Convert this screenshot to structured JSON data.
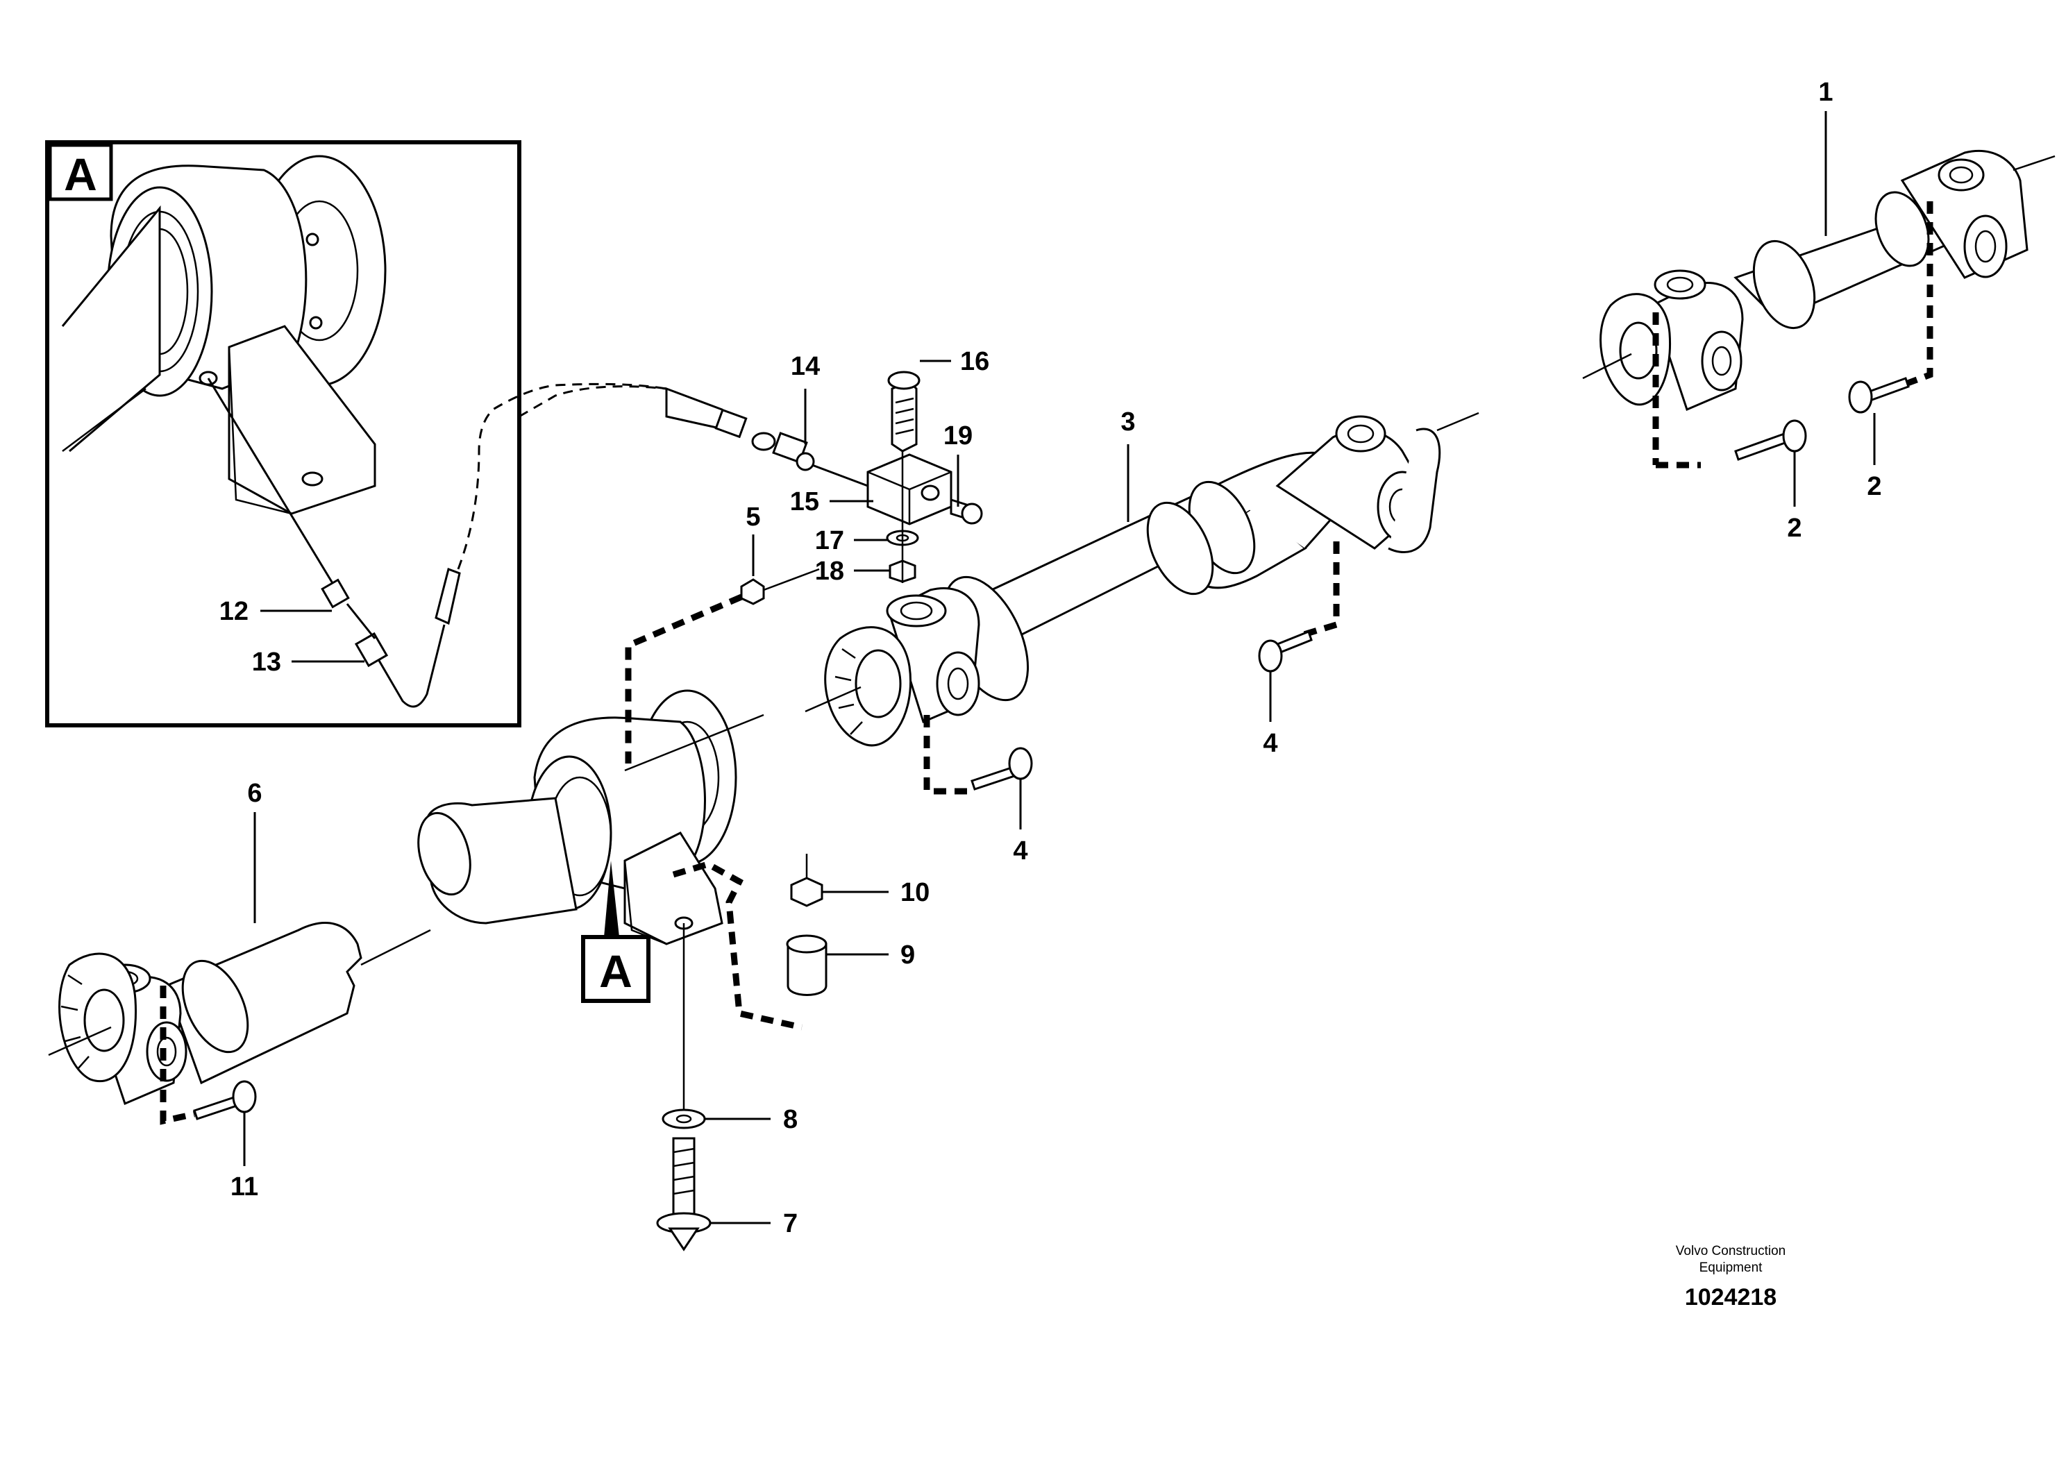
{
  "detail": {
    "letter": "A"
  },
  "view_marker": {
    "letter": "A"
  },
  "callouts": {
    "c1": "1",
    "c2a": "2",
    "c2b": "2",
    "c3": "3",
    "c4a": "4",
    "c4b": "4",
    "c5": "5",
    "c6": "6",
    "c7": "7",
    "c8": "8",
    "c9": "9",
    "c10": "10",
    "c11": "11",
    "c12": "12",
    "c13": "13",
    "c14": "14",
    "c15": "15",
    "c16": "16",
    "c17": "17",
    "c18": "18",
    "c19": "19"
  },
  "footer": {
    "brand_line1": "Volvo Construction",
    "brand_line2": "Equipment",
    "doc_number": "1024218"
  }
}
